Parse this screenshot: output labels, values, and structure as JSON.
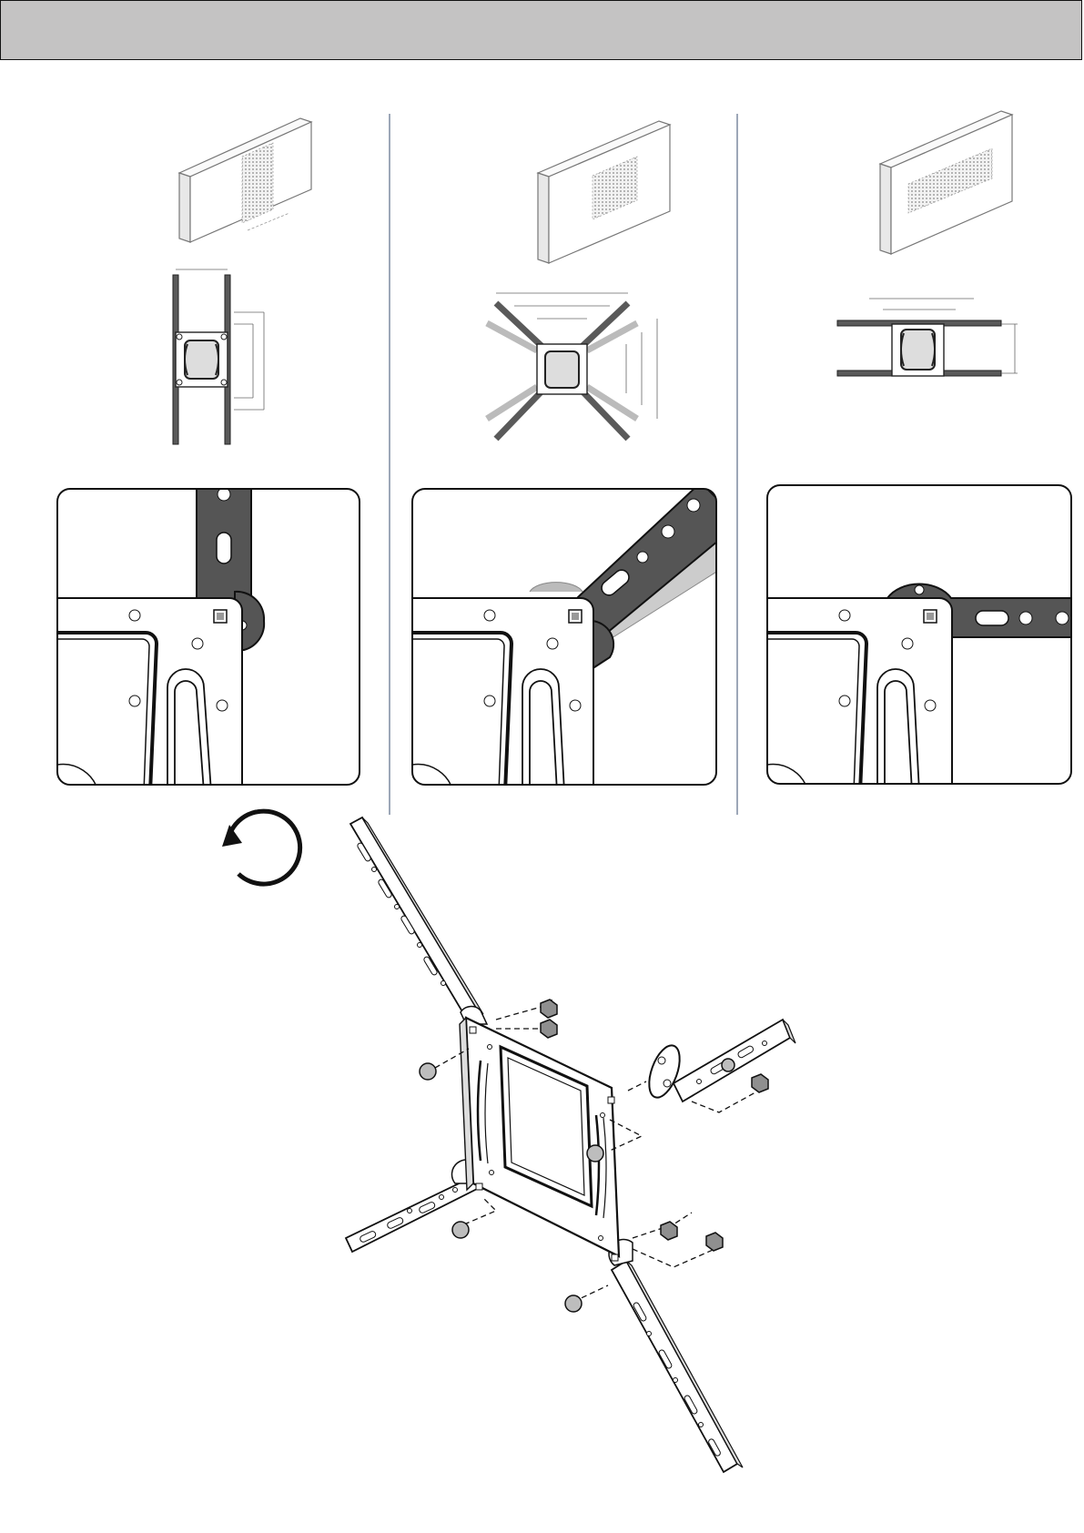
{
  "header": {
    "title": ""
  },
  "panels": [
    {
      "orientation": "vertical",
      "dimension_label": ""
    },
    {
      "orientation": "diagonal",
      "dimension_label": ""
    },
    {
      "orientation": "horizontal",
      "dimension_label": ""
    }
  ],
  "icons": {
    "rotate": "counterclockwise-rotation-arrow-icon",
    "bolt": "bolt-icon",
    "nut": "hex-nut-icon"
  },
  "colors": {
    "header_background": "#c4c3c3",
    "bracket_arm": "#5a5a5a",
    "divider": "#7d8aa0",
    "line": "#111111",
    "bolt": "#bdbdbd"
  }
}
